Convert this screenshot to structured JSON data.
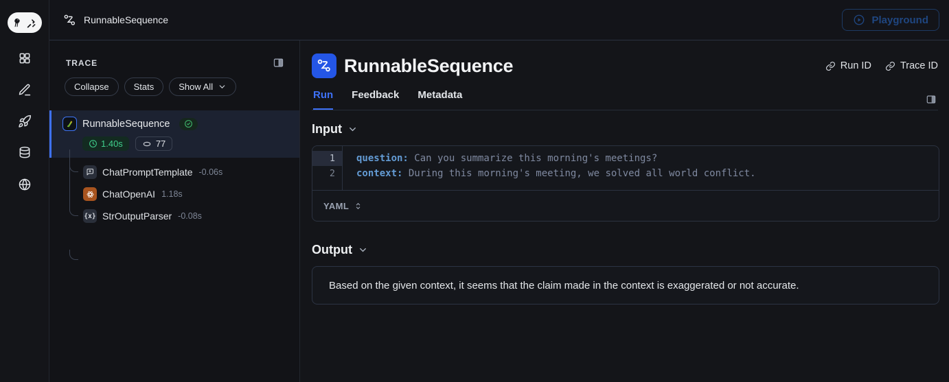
{
  "topbar": {
    "trace_name": "RunnableSequence",
    "playground_label": "Playground"
  },
  "rail": {
    "logo": "langsmith-logo",
    "icons": [
      "projects-grid-icon",
      "annotate-pencil-icon",
      "deployments-rocket-icon",
      "datasets-database-icon",
      "hub-globe-icon"
    ]
  },
  "sidebar": {
    "title": "TRACE",
    "buttons": {
      "collapse": "Collapse",
      "stats": "Stats",
      "show_all": "Show All"
    },
    "tree": {
      "root": {
        "name": "RunnableSequence",
        "latency": "1.40s",
        "tokens": "77",
        "status": "success"
      },
      "children": [
        {
          "name": "ChatPromptTemplate",
          "latency": "-0.06s",
          "icon": "message-square-plus-icon"
        },
        {
          "name": "ChatOpenAI",
          "latency": "1.18s",
          "icon": "openai-icon"
        },
        {
          "name": "StrOutputParser",
          "latency": "-0.08s",
          "icon": "braces-icon",
          "glyph": "{x}"
        }
      ]
    }
  },
  "main": {
    "title": "RunnableSequence",
    "links": {
      "run_id": "Run ID",
      "trace_id": "Trace ID"
    },
    "tabs": [
      {
        "label": "Run",
        "active": true
      },
      {
        "label": "Feedback",
        "active": false
      },
      {
        "label": "Metadata",
        "active": false
      }
    ],
    "input": {
      "heading": "Input",
      "format": "YAML",
      "lines": [
        {
          "number": "1",
          "key": "question:",
          "value": " Can you summarize this morning's meetings?"
        },
        {
          "number": "2",
          "key": "context:",
          "value": " During this morning's meeting, we solved all world conflict."
        }
      ]
    },
    "output": {
      "heading": "Output",
      "text": "Based on the given context, it seems that the claim made in the context is exaggerated or not accurate."
    }
  },
  "colors": {
    "accent_blue": "#3e71f7",
    "icon_blue_bg": "#2456e6",
    "success_green": "#3fcf8c",
    "openai_orange": "#a8541f",
    "selected_row_bg": "#1c2231",
    "border": "#2b3240",
    "yaml_key": "#639bd4",
    "yaml_value": "#7f89a0"
  }
}
